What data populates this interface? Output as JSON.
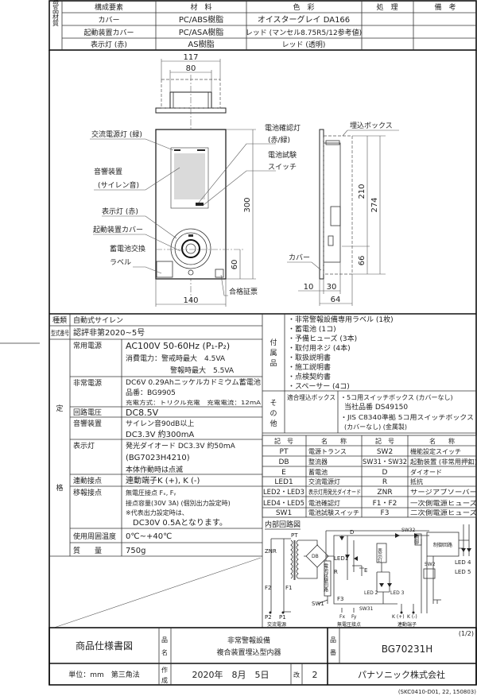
{
  "materials": {
    "side_label": "主要部品材質",
    "headers": [
      "構成要素",
      "材　料",
      "色　彩",
      "処　理",
      "備　考"
    ],
    "rows": [
      [
        "カバー",
        "PC/ABS樹脂",
        "オイスターグレイ DA166"
      ],
      [
        "起動装置カバー",
        "PC/ASA樹脂",
        "レッド (マンセル8.75R5/12参考値)"
      ],
      [
        "表示灯 (赤)",
        "AS樹脂",
        "レッド (透明)"
      ]
    ]
  },
  "drawing": {
    "dims": {
      "w117": "117",
      "w80": "80",
      "h300": "300",
      "h60": "60",
      "w140": "140",
      "h210": "210",
      "h274": "274",
      "h66": "66",
      "d10": "10",
      "d30": "30",
      "d64": "64"
    },
    "labels": {
      "ac_lamp": "交流電源灯 (緑)",
      "sounder1": "音響装置",
      "sounder2": "(サイレン音)",
      "indicator": "表示灯 (赤)",
      "start_cover": "起動装置カバー",
      "battery_label1": "蓄電池交換",
      "battery_label2": "ラベル",
      "check_lamp1": "電池確認灯",
      "check_lamp2": "(赤/緑)",
      "test_switch1": "電池試験",
      "test_switch2": "スイッチ",
      "cert": "合格証票",
      "embed_box": "埋込ボックス",
      "cover": "カバー"
    }
  },
  "specs": {
    "type_label": "種類",
    "type_value": "自動式サイレン",
    "model_label": "型式番号",
    "model_value": "認評非第2020~5号",
    "section_1": "定",
    "section_2": "格",
    "rows": {
      "normal_power": {
        "label": "常用電源",
        "l1": "AC100V 50-60Hz (P₁-P₂)",
        "l2": "消費電力：警戒時最大　4.5VA",
        "l3": "警報時最大　5.5VA"
      },
      "emergency_power": {
        "label": "非常電源",
        "l1": "DC6V 0.29Ahニッケルカドミウム蓄電池",
        "l2": "品番：BG9905",
        "l3": "充電方式：トリクル充電　充電電流：12mA"
      },
      "circuit_voltage": {
        "label": "回路電圧",
        "l1": "DC8.5V"
      },
      "sounder": {
        "label": "音響装置",
        "l1": "サイレン音90dB以上",
        "l2": "DC3.3V 約300mA"
      },
      "indicator": {
        "label": "表示灯",
        "l1": "発光ダイオード DC3.3V 約50mA",
        "l2": "(BG7023H4210)",
        "l3": "本体作動時は点滅"
      },
      "interlock": {
        "label": "連動接点",
        "l1": "連動端子K (+), K (-)"
      },
      "transfer": {
        "label": "移報接点",
        "l1": "無電圧接点 Fₓ, Fᵧ",
        "l2": "接点容量(30V 3A) (個別出力設定時)",
        "l3": "※代表出力設定時は、",
        "l4": "DC30V 0.5Aとなります。"
      },
      "temp": {
        "label": "使用周囲温度",
        "l1": "0℃~+40℃"
      },
      "mass": {
        "label": "質　　量",
        "l1": "750g"
      }
    }
  },
  "accessories": {
    "label": [
      "付",
      "属",
      "品"
    ],
    "items": [
      "・非常警報設備専用ラベル (1枚)",
      "・蓄電池 (1コ)",
      "・予備ヒューズ (3本)",
      "・取付用ネジ (4本)",
      "・取扱説明書",
      "・施工説明書",
      "・点検契約書",
      "・スペーサー (4コ)"
    ]
  },
  "other": {
    "label": [
      "そ",
      "の",
      "他"
    ],
    "box_label": "適合埋込ボックス",
    "lines": [
      "・5コ用スイッチボックス (カバーなし)",
      "当社品番 DS49150",
      "・JIS C8340準拠 5コ用スイッチボックス",
      "(カバーなし) (金属製)"
    ]
  },
  "symbols": {
    "headers": [
      "記　号",
      "名　　称",
      "記　号",
      "名　　称"
    ],
    "rows": [
      [
        "PT",
        "電源トランス",
        "SW2",
        "機能設定スイッチ"
      ],
      [
        "DB",
        "整流器",
        "SW31・SW32",
        "起動装置 (非常用押釦)"
      ],
      [
        "E",
        "蓄電池",
        "D",
        "ダイオード"
      ],
      [
        "LED1",
        "交流電源灯",
        "R",
        "抵抗"
      ],
      [
        "LED2・LED3",
        "表示灯用発光ダイオード",
        "ZNR",
        "サージアブソーバー"
      ],
      [
        "LED4・LED5",
        "電池確認灯",
        "F1・F2",
        "一次側電源ヒューズ"
      ],
      [
        "SW1",
        "電池試験スイッチ",
        "F3",
        "二次側電源ヒューズ"
      ]
    ]
  },
  "circuit": {
    "title": "内部回路図",
    "labels": {
      "pt": "PT",
      "znr": "ZNR",
      "db": "DB",
      "f2": "F2",
      "f1": "F1",
      "p2": "P2",
      "p1": "P1",
      "ac_source": "交流電源",
      "sw1": "SW1",
      "f3": "F3",
      "sw31": "SW31",
      "fx": "Fx",
      "fy": "Fy",
      "dry_contact": "無電圧接点",
      "led1": "LED1",
      "r": "R",
      "d": "D",
      "e": "E",
      "indicator_box": "表示灯",
      "led2": "LED 2",
      "led3": "LED 3",
      "sw32": "SW32",
      "control": "制御回路",
      "relay": "制御",
      "led4": "LED 4",
      "led5": "LED 5",
      "sw2": "SW2",
      "kp": "K (+)",
      "km": "K (-)",
      "interlock_terminal": "連動端子",
      "battery_test": "電池試験回路"
    }
  },
  "title_block": {
    "doc_type": "商品仕様書図",
    "name_label": [
      "品",
      "名"
    ],
    "name_1": "非常警報設備",
    "name_2": "複合装置埋込型内器",
    "number_label": [
      "品",
      "番"
    ],
    "number": "BG70231H",
    "page": "(1/2)",
    "unit": "単位：mm　第三角法",
    "created_label": [
      "作",
      "成"
    ],
    "date": "2020年　8月　5日",
    "rev_label": "改",
    "rev": "2",
    "company": "パナソニック株式会社",
    "form_code": "(SKC0410-D01, 22, 150803)"
  }
}
